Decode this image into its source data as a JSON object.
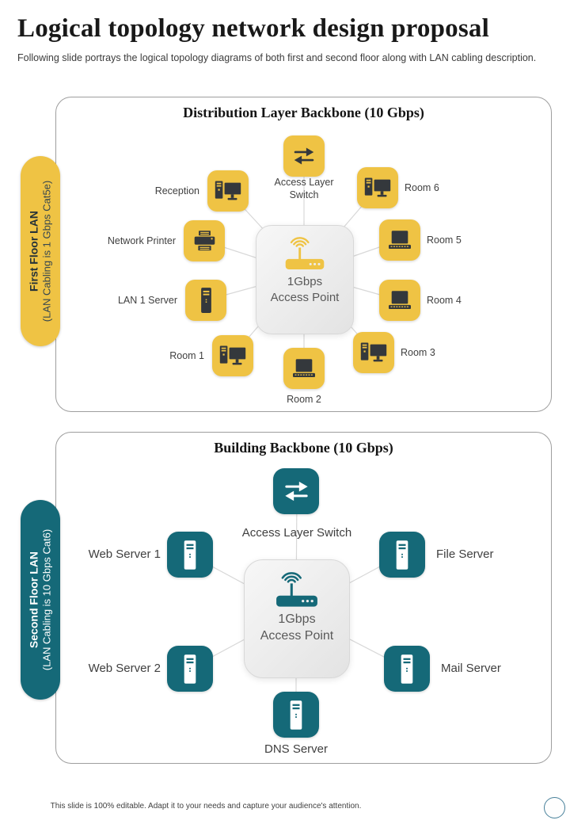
{
  "page": {
    "title": "Logical topology network design proposal",
    "subtitle": "Following slide portrays the logical topology diagrams of both first and second floor along with LAN cabling description.",
    "footer": "This slide is 100% editable. Adapt it to your needs and capture your audience's attention."
  },
  "colors": {
    "yellow_accent": "#efc344",
    "teal_accent": "#156978",
    "icon_dark": "#34383c",
    "center_box_gray": "#ededed",
    "panel_border": "#9e9e9e"
  },
  "panel1": {
    "title": "Distribution Layer Backbone (10 Gbps)",
    "side_label": {
      "line1": "First Floor LAN",
      "line2": "(LAN Cabling is 1 Gbps Cat5e)"
    },
    "center_node": {
      "line1": "1Gbps",
      "line2": "Access Point",
      "icon": "wireless-access-point-icon"
    },
    "nodes": [
      {
        "label": "Access Layer Switch",
        "icon": "switch-arrows-icon"
      },
      {
        "label": "Reception",
        "icon": "desktop-computer-icon"
      },
      {
        "label": "Room 6",
        "icon": "desktop-computer-icon"
      },
      {
        "label": "Network Printer",
        "icon": "printer-icon"
      },
      {
        "label": "Room 5",
        "icon": "laptop-icon"
      },
      {
        "label": "LAN 1 Server",
        "icon": "server-tower-icon"
      },
      {
        "label": "Room 4",
        "icon": "laptop-icon"
      },
      {
        "label": "Room 1",
        "icon": "desktop-computer-icon"
      },
      {
        "label": "Room 3",
        "icon": "desktop-computer-icon"
      },
      {
        "label": "Room 2",
        "icon": "laptop-icon"
      }
    ]
  },
  "panel2": {
    "title": "Building Backbone (10 Gbps)",
    "side_label": {
      "line1": "Second Floor LAN",
      "line2": "(LAN Cabling is 10 Gbps Cat6)"
    },
    "center_node": {
      "line1": "1Gbps",
      "line2": "Access Point",
      "icon": "wireless-access-point-icon"
    },
    "nodes": [
      {
        "label": "Access Layer Switch",
        "icon": "switch-arrows-icon"
      },
      {
        "label": "Web Server 1",
        "icon": "server-tower-icon"
      },
      {
        "label": "File Server",
        "icon": "server-tower-icon"
      },
      {
        "label": "Web Server 2",
        "icon": "server-tower-icon"
      },
      {
        "label": "Mail Server",
        "icon": "server-tower-icon"
      },
      {
        "label": "DNS Server",
        "icon": "server-tower-icon"
      }
    ]
  }
}
